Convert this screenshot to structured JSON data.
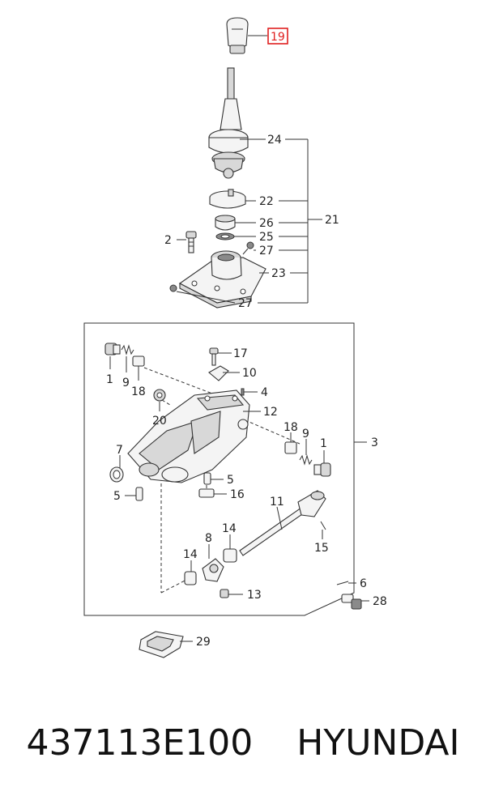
{
  "callouts": {
    "c19": "19",
    "c24": "24",
    "c22": "22",
    "c26": "26",
    "c21": "21",
    "c2": "2",
    "c25": "25",
    "c27a": "27",
    "c23": "23",
    "c27b": "27",
    "c1a": "1",
    "c9a": "9",
    "c18a": "18",
    "c17": "17",
    "c10": "10",
    "c4": "4",
    "c12": "12",
    "c20": "20",
    "c18b": "18",
    "c9b": "9",
    "c1b": "1",
    "c3": "3",
    "c7": "7",
    "c5a": "5",
    "c5b": "5",
    "c16": "16",
    "c11": "11",
    "c8": "8",
    "c14a": "14",
    "c14b": "14",
    "c15": "15",
    "c6": "6",
    "c13": "13",
    "c28": "28",
    "c29": "29"
  },
  "highlight": {
    "color": "#e02020"
  },
  "footer": {
    "part_number": "437113E100",
    "brand": "HYUNDAI"
  }
}
